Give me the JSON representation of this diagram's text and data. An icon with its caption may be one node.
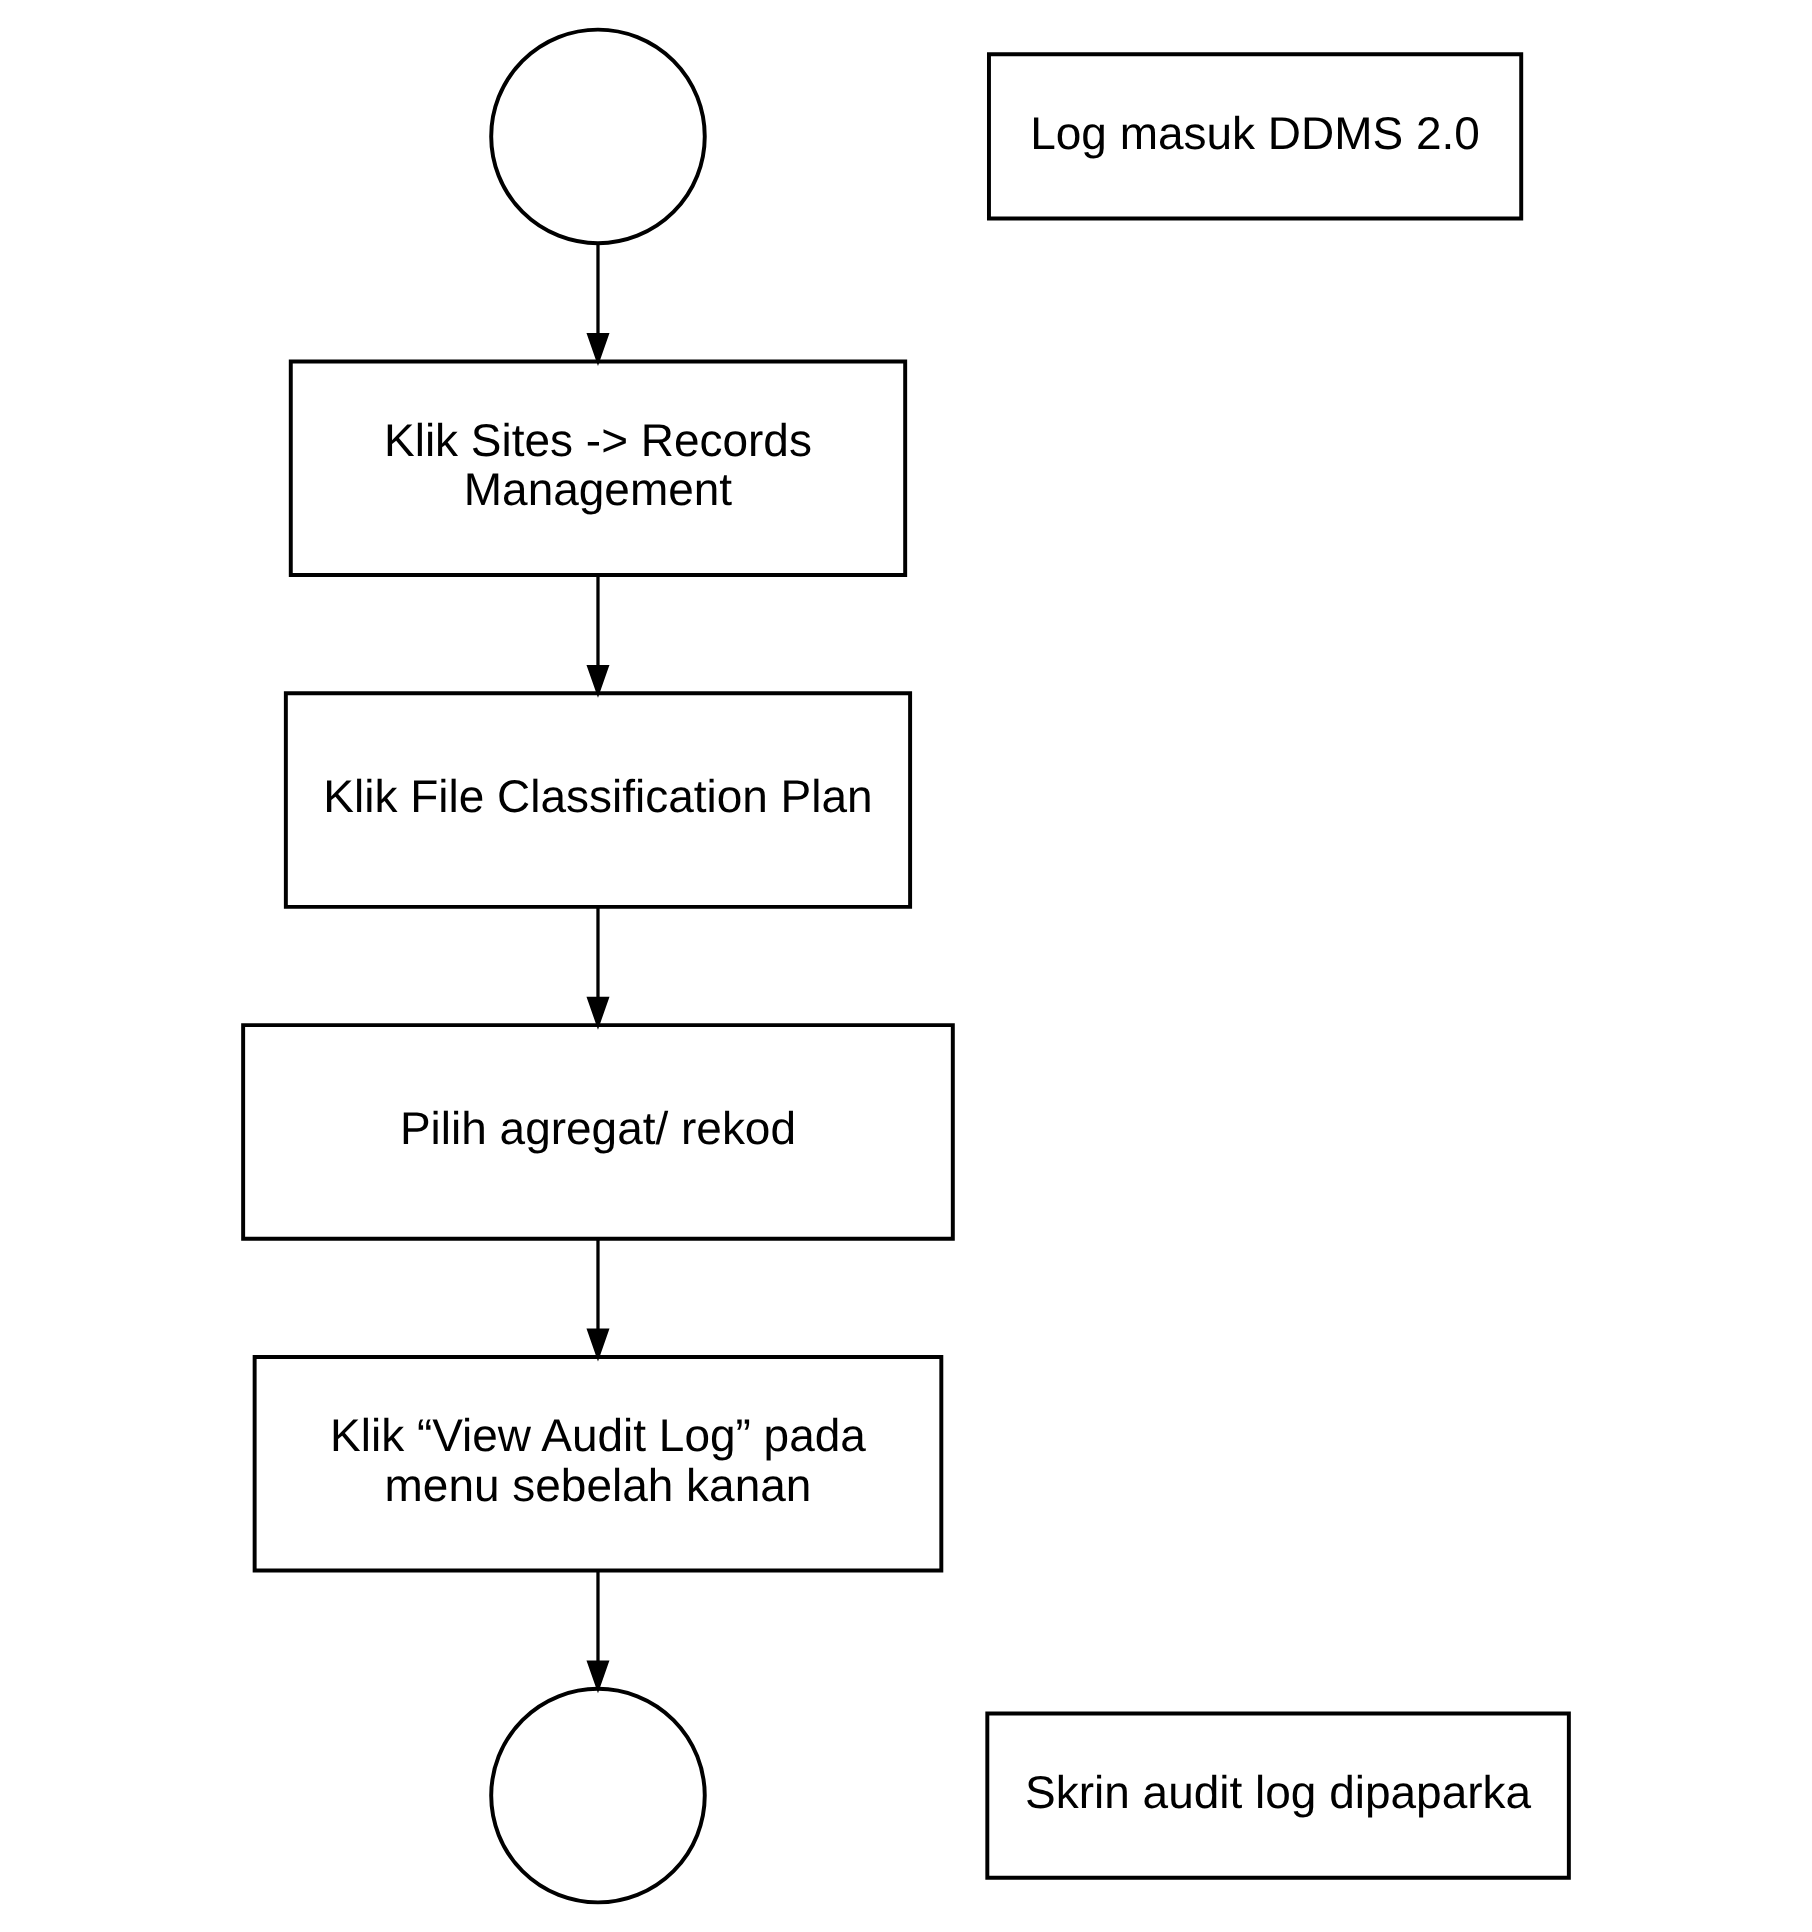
{
  "diagram": {
    "nodes": [
      {
        "text": [],
        "shape": "circle"
      },
      {
        "text": [
          "Log masuk DDMS 2.0"
        ]
      },
      {
        "text": [
          "Klik Sites -> Records Management"
        ]
      },
      {
        "text": [
          "Klik File Classification Plan"
        ]
      },
      {
        "text": [
          "Pilih agregat/ rekod"
        ]
      },
      {
        "text": [
          "Klik “View Audit Log” pada menu sebelah kanan"
        ]
      },
      {
        "text": [],
        "shape": "circle"
      },
      {
        "text": [
          "Skrin audit log dipaparka"
        ]
      }
    ],
    "edges": [
      {
        "from": 0,
        "to": 2,
        "arrow": "to"
      },
      {
        "from": 2,
        "to": 3,
        "arrow": "to"
      },
      {
        "from": 3,
        "to": 4,
        "arrow": "to"
      },
      {
        "from": 4,
        "to": 5,
        "arrow": "to"
      },
      {
        "from": 5,
        "to": 6,
        "arrow": "to"
      }
    ]
  }
}
